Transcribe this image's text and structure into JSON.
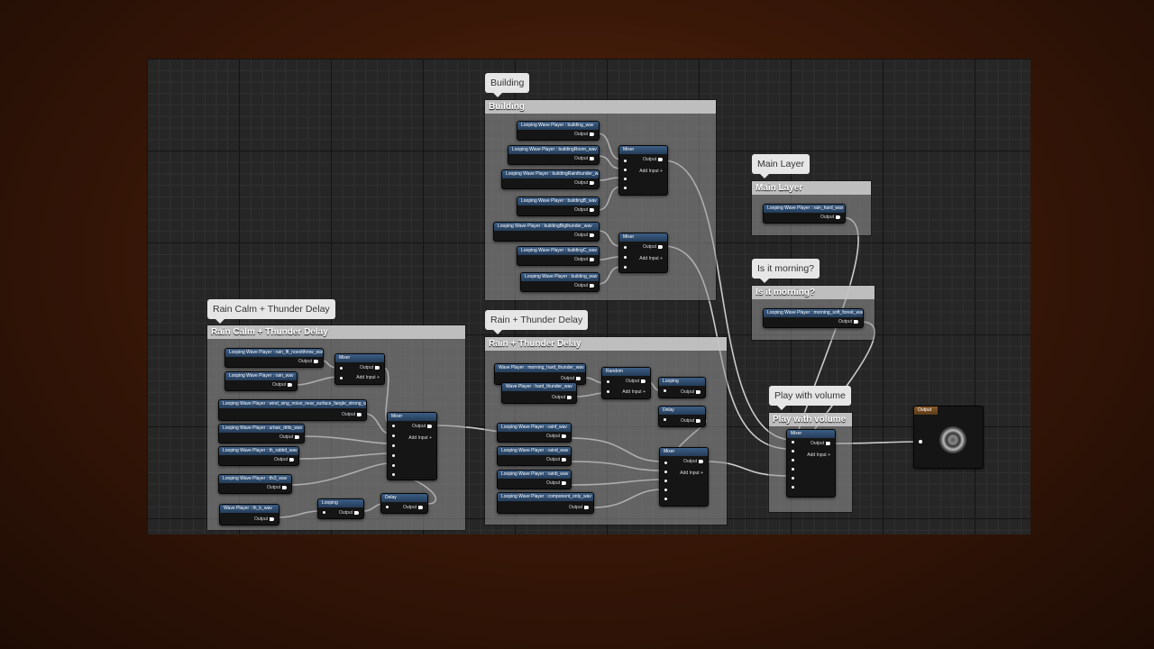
{
  "colors": {
    "node_header": "#2f4d70",
    "comment_bubble": "#e6e6e6"
  },
  "comments": {
    "building": "Building",
    "main_layer": "Main Layer",
    "morning": "Is it morning?",
    "rain_calm": "Rain Calm + Thunder Delay",
    "rain_thunder": "Rain + Thunder Delay",
    "play_volume": "Play with volume"
  },
  "labels": {
    "output": "Output",
    "add_input": "Add Input"
  },
  "nodes": {
    "b1": "Looping Wave Player : building_wav",
    "b2": "Looping Wave Player : buildingRoom_wav",
    "b3": "Looping Wave Player : buildingRainthunder_wav",
    "b4": "Looping Wave Player : buildingB_wav",
    "b5": "Looping Wave Player : buildingBigthunder_wav",
    "b6": "Looping Wave Player : buildingC_wav",
    "b7": "Looping Wave Player : building_wav",
    "mixer": "Mixer",
    "random": "Random",
    "looping": "Looping",
    "delay": "Delay",
    "output_node": "Output",
    "ml1": "Looping Wave Player : rain_hard_wav",
    "mo1": "Looping Wave Player : morning_soft_forest_wav",
    "rc1": "Looping Wave Player : rain_lft_noextthrow_wav",
    "rc2": "Looping Wave Player : rain_wav",
    "rc3": "Looping Wave Player : wind_sing_noise_near_surface_fangle_strong_wav",
    "rc4": "Looping Wave Player : urban_drits_wav",
    "rc5": "Looping Wave Player : th_rabbit_wav",
    "rc6": "Looping Wave Player : tfx3_wav",
    "rc7": "Wave Player : th_b_wav",
    "rt1": "Wave Player : morning_hard_thunder_wav",
    "rt2": "Wave Player : hard_thunder_wav",
    "rt3": "Looping Wave Player : rainf_wav",
    "rt4": "Looping Wave Player : raind_wav",
    "rt5": "Looping Wave Player : rainb_wav",
    "rt6": "Looping Wave Player : component_only_wav"
  }
}
